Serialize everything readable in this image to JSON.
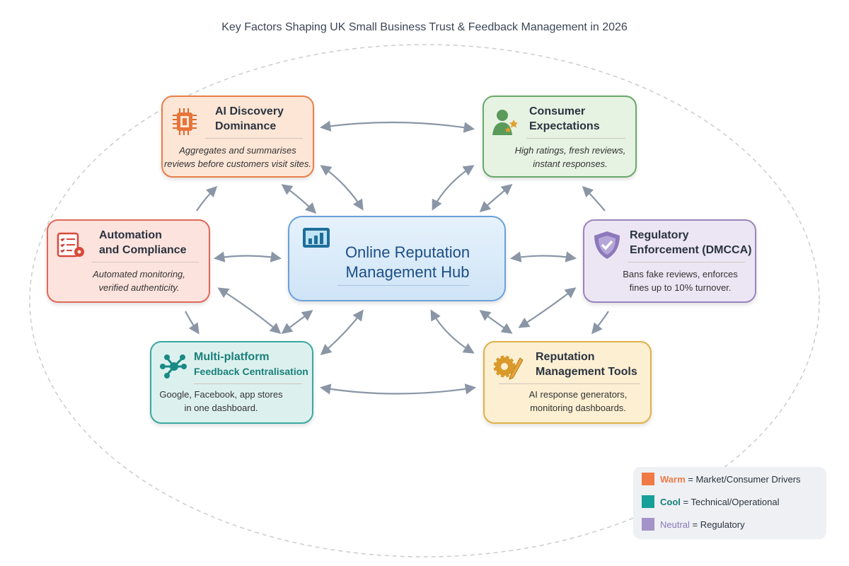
{
  "title": "Key Factors Shaping UK Small Business Trust & Feedback Management in 2026",
  "hub": {
    "title_line1": "Online Reputation",
    "title_line2": "Management Hub",
    "icon": "bar-chart-icon",
    "color": "#6aa0d8"
  },
  "nodes": {
    "ai": {
      "title_line1": "AI Discovery",
      "title_line2": "Dominance",
      "desc_line1": "Aggregates and summarises",
      "desc_line2": "reviews before customers visit sites.",
      "icon": "chip-icon",
      "color": "#e8804a"
    },
    "consumer": {
      "title_line1": "Consumer",
      "title_line2": "Expectations",
      "desc_line1": "High ratings, fresh reviews,",
      "desc_line2": "instant responses.",
      "icon": "user-stars-icon",
      "color": "#6aa86a"
    },
    "automation": {
      "title_line1": "Automation",
      "title_line2": "and Compliance",
      "desc_line1": "Automated monitoring,",
      "desc_line2": "verified authenticity.",
      "icon": "checklist-gear-icon",
      "color": "#e0685a"
    },
    "regulatory": {
      "title_line1": "Regulatory",
      "title_line2": "Enforcement (DMCCA)",
      "desc_line1": "Bans fake reviews, enforces",
      "desc_line2": "fines up to 10% turnover.",
      "icon": "shield-check-icon",
      "color": "#9a84c0"
    },
    "multi": {
      "title_line1": "Multi-platform",
      "title_line2": "Feedback Centralisation",
      "desc_line1": "Google, Facebook, app stores",
      "desc_line2": "in one dashboard.",
      "icon": "network-icon",
      "color": "#3aa8a0"
    },
    "tools": {
      "title_line1": "Reputation",
      "title_line2": "Management Tools",
      "desc_line1": "AI response generators,",
      "desc_line2": "monitoring dashboards.",
      "icon": "gear-pencil-icon",
      "color": "#e0b04a"
    }
  },
  "legend": [
    {
      "key": "Warm",
      "rest": "= Market/Consumer Drivers",
      "color": "#f07a45"
    },
    {
      "key": "Cool",
      "rest": "= Technical/Operational",
      "color": "#17a098"
    },
    {
      "key": "Neutral",
      "rest": "= Regulatory",
      "color": "#a393c8"
    }
  ]
}
